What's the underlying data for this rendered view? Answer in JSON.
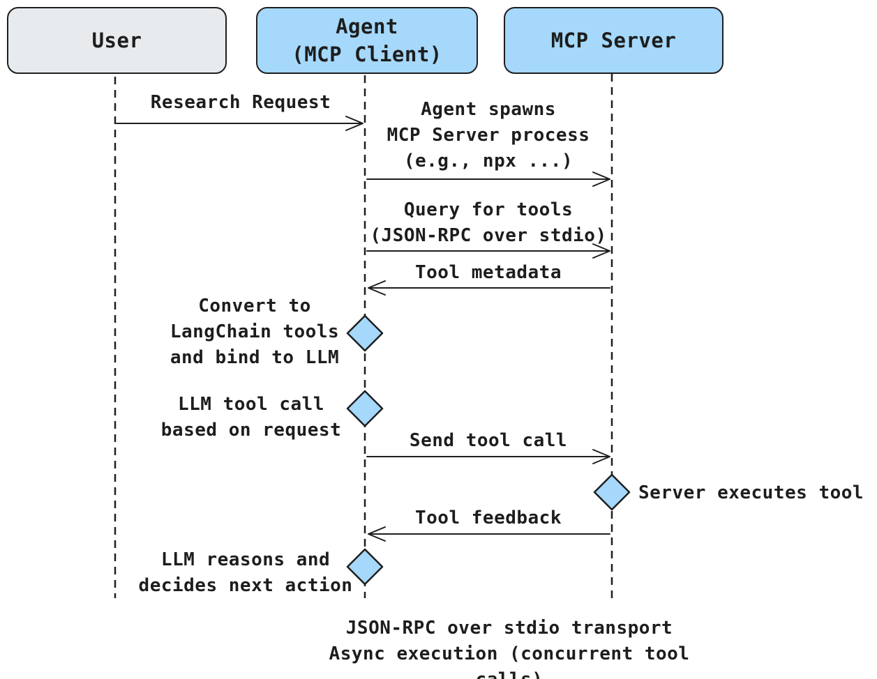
{
  "diagram": {
    "type": "sequence",
    "actors": [
      {
        "id": "user",
        "label": "User"
      },
      {
        "id": "agent",
        "label": "Agent\n(MCP Client)"
      },
      {
        "id": "mcp-server",
        "label": "MCP Server"
      }
    ],
    "messages": [
      {
        "from": "User",
        "to": "Agent (MCP Client)",
        "direction": "right",
        "label": "Research Request"
      },
      {
        "from": "Agent (MCP Client)",
        "to": "MCP Server",
        "direction": "right",
        "label": "Agent spawns\nMCP Server process\n(e.g., npx ...)"
      },
      {
        "from": "Agent (MCP Client)",
        "to": "MCP Server",
        "direction": "right",
        "label": "Query for tools\n(JSON-RPC over stdio)"
      },
      {
        "from": "MCP Server",
        "to": "Agent (MCP Client)",
        "direction": "left",
        "label": "Tool metadata"
      },
      {
        "from": "Agent (MCP Client)",
        "to": "MCP Server",
        "direction": "right",
        "label": "Send tool call"
      },
      {
        "from": "MCP Server",
        "to": "Agent (MCP Client)",
        "direction": "left",
        "label": "Tool feedback"
      }
    ],
    "activities": [
      {
        "on": "Agent (MCP Client)",
        "side": "left",
        "label": "Convert to\nLangChain tools\nand bind to LLM"
      },
      {
        "on": "Agent (MCP Client)",
        "side": "left",
        "label": "LLM tool call\nbased on request"
      },
      {
        "on": "MCP Server",
        "side": "right",
        "label": "Server executes tool"
      },
      {
        "on": "Agent (MCP Client)",
        "side": "left",
        "label": "LLM reasons and\ndecides next action"
      }
    ],
    "footer": "JSON-RPC over stdio transport\nAsync execution (concurrent tool calls)",
    "colors": {
      "actor_blue": "#a5d8fa",
      "actor_gray": "#e8ebed",
      "stroke": "#1e1e1e",
      "text": "#1d1d1d",
      "background": "#ffffff"
    }
  }
}
